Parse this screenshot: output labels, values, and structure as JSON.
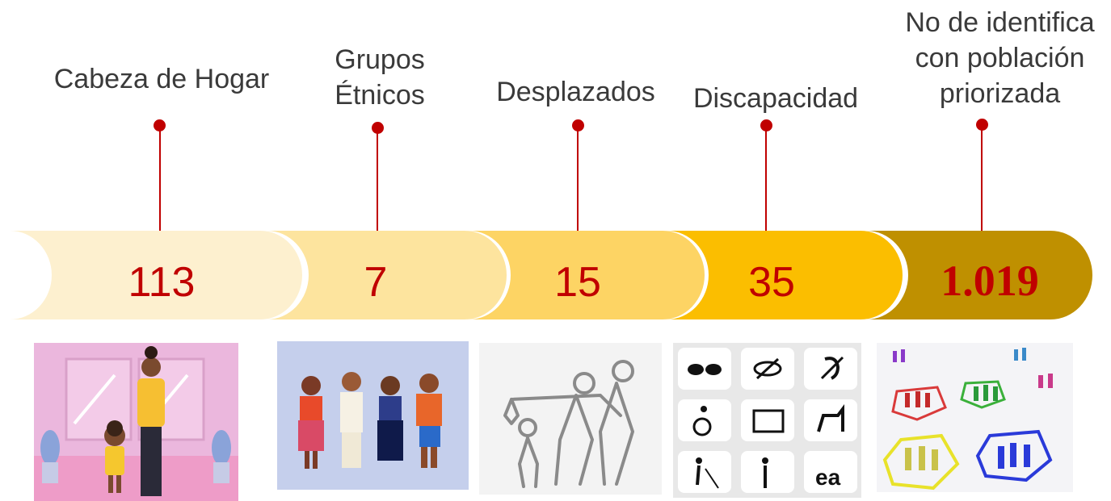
{
  "colors": {
    "accent": "#c00000",
    "seg1": "#fdf0cf",
    "seg2": "#fde49e",
    "seg3": "#fdd464",
    "seg4": "#fbbe00",
    "seg5": "#bf9000"
  },
  "items": [
    {
      "label": "Cabeza de Hogar",
      "value": "113",
      "icon": "mother-and-child-illustration"
    },
    {
      "label": "Grupos\nÉtnicos",
      "value": "7",
      "icon": "ethnic-groups-illustration"
    },
    {
      "label": "Desplazados",
      "value": "15",
      "icon": "displaced-family-icon"
    },
    {
      "label": "Discapacidad",
      "value": "35",
      "icon": "disability-symbols-grid"
    },
    {
      "label": "No de identifica\ncon población\npriorizada",
      "value": "1.019",
      "icon": "population-groups-illustration"
    }
  ]
}
